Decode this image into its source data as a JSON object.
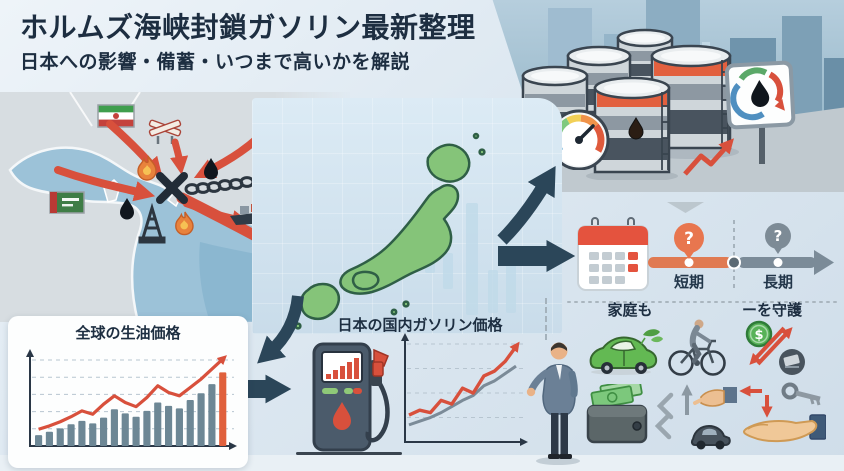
{
  "title": {
    "line1": "ホルムズ海峡封鎖ガソリン最新整理",
    "line2": "日本への影響・備蓄・いつまで高いかを解説"
  },
  "timeline": {
    "short_term_label": "短期",
    "long_term_label": "長期",
    "short_term_badge": "?",
    "long_term_badge": "?"
  },
  "impact_section": {
    "left_header": "家庭も",
    "right_header": "ーを守護",
    "coin_symbol": "$"
  },
  "colors": {
    "navy": "#1d2e41",
    "accent_red": "#d8503c",
    "timeline_orange": "#e07a52",
    "timeline_gray": "#7b8b98",
    "japan_green": "#85c479",
    "bar_slate": "#6d8795",
    "bar_highlight": "#e0603c",
    "calendar_red": "#e4533e",
    "dark_arrow": "#2b4659",
    "map_water": "#9cc2d8",
    "land_gray": "#d7dde1",
    "money_green": "#58b258",
    "car_green": "#63b953",
    "bg_light": "#dce7f0"
  },
  "icons": [
    "iran-flag",
    "saudi-flag",
    "railroad-crossing-icon",
    "fire-icon",
    "blockade-x-icon",
    "chain-icon",
    "oil-drop-icon",
    "oil-derrick-icon",
    "cargo-ship-icon",
    "japan-map",
    "oil-tank-icon",
    "pressure-gauge-icon",
    "oil-price-sign-icon",
    "rising-zigzag-arrow-icon",
    "dark-flow-arrow",
    "calendar-icon",
    "question-balloon-icon",
    "timeline-arrow",
    "gas-pump-icon",
    "presenter-person",
    "green-car-icon",
    "bicycle-icon",
    "dollar-coin-icon",
    "exchange-arrows-icon",
    "wallet-circle-icon",
    "cash-wallet-icon",
    "hand-over-car-icon",
    "key-icon",
    "open-hand-icon",
    "red-exchange-arrows-icon"
  ],
  "chart_data": [
    {
      "type": "bar",
      "id": "global-crude-oil-price",
      "title": "全球の生油価格",
      "categories": [],
      "values": [
        13,
        17,
        21,
        26,
        30,
        27,
        34,
        44,
        39,
        35,
        42,
        52,
        48,
        45,
        55,
        63,
        74,
        88
      ],
      "trend_line": [
        20,
        24,
        29,
        35,
        42,
        38,
        50,
        60,
        52,
        47,
        58,
        72,
        64,
        60,
        70,
        80,
        92,
        104
      ],
      "ylim": [
        0,
        110
      ],
      "bar_color_key": "bar_slate",
      "highlight_last_bar": true,
      "gridlines": 5,
      "axes": "arrows-no-tick-labels",
      "legend": "none"
    },
    {
      "type": "line",
      "id": "japan-domestic-gasoline-price",
      "title": "日本の国内ガソリン価格",
      "series": [
        {
          "name": "gasoline-price-rising-red",
          "color_key": "accent_red",
          "values": [
            22,
            26,
            24,
            34,
            31,
            44,
            40,
            54,
            58,
            66,
            78
          ]
        },
        {
          "name": "secondary-trend-gray",
          "color_key": "timeline_gray",
          "values": [
            14,
            17,
            20,
            24,
            29,
            34,
            38,
            46,
            50,
            56,
            62
          ]
        }
      ],
      "ylim": [
        0,
        85
      ],
      "gridlines": 4,
      "axes": "arrows-no-tick-labels",
      "legend": "none"
    }
  ]
}
